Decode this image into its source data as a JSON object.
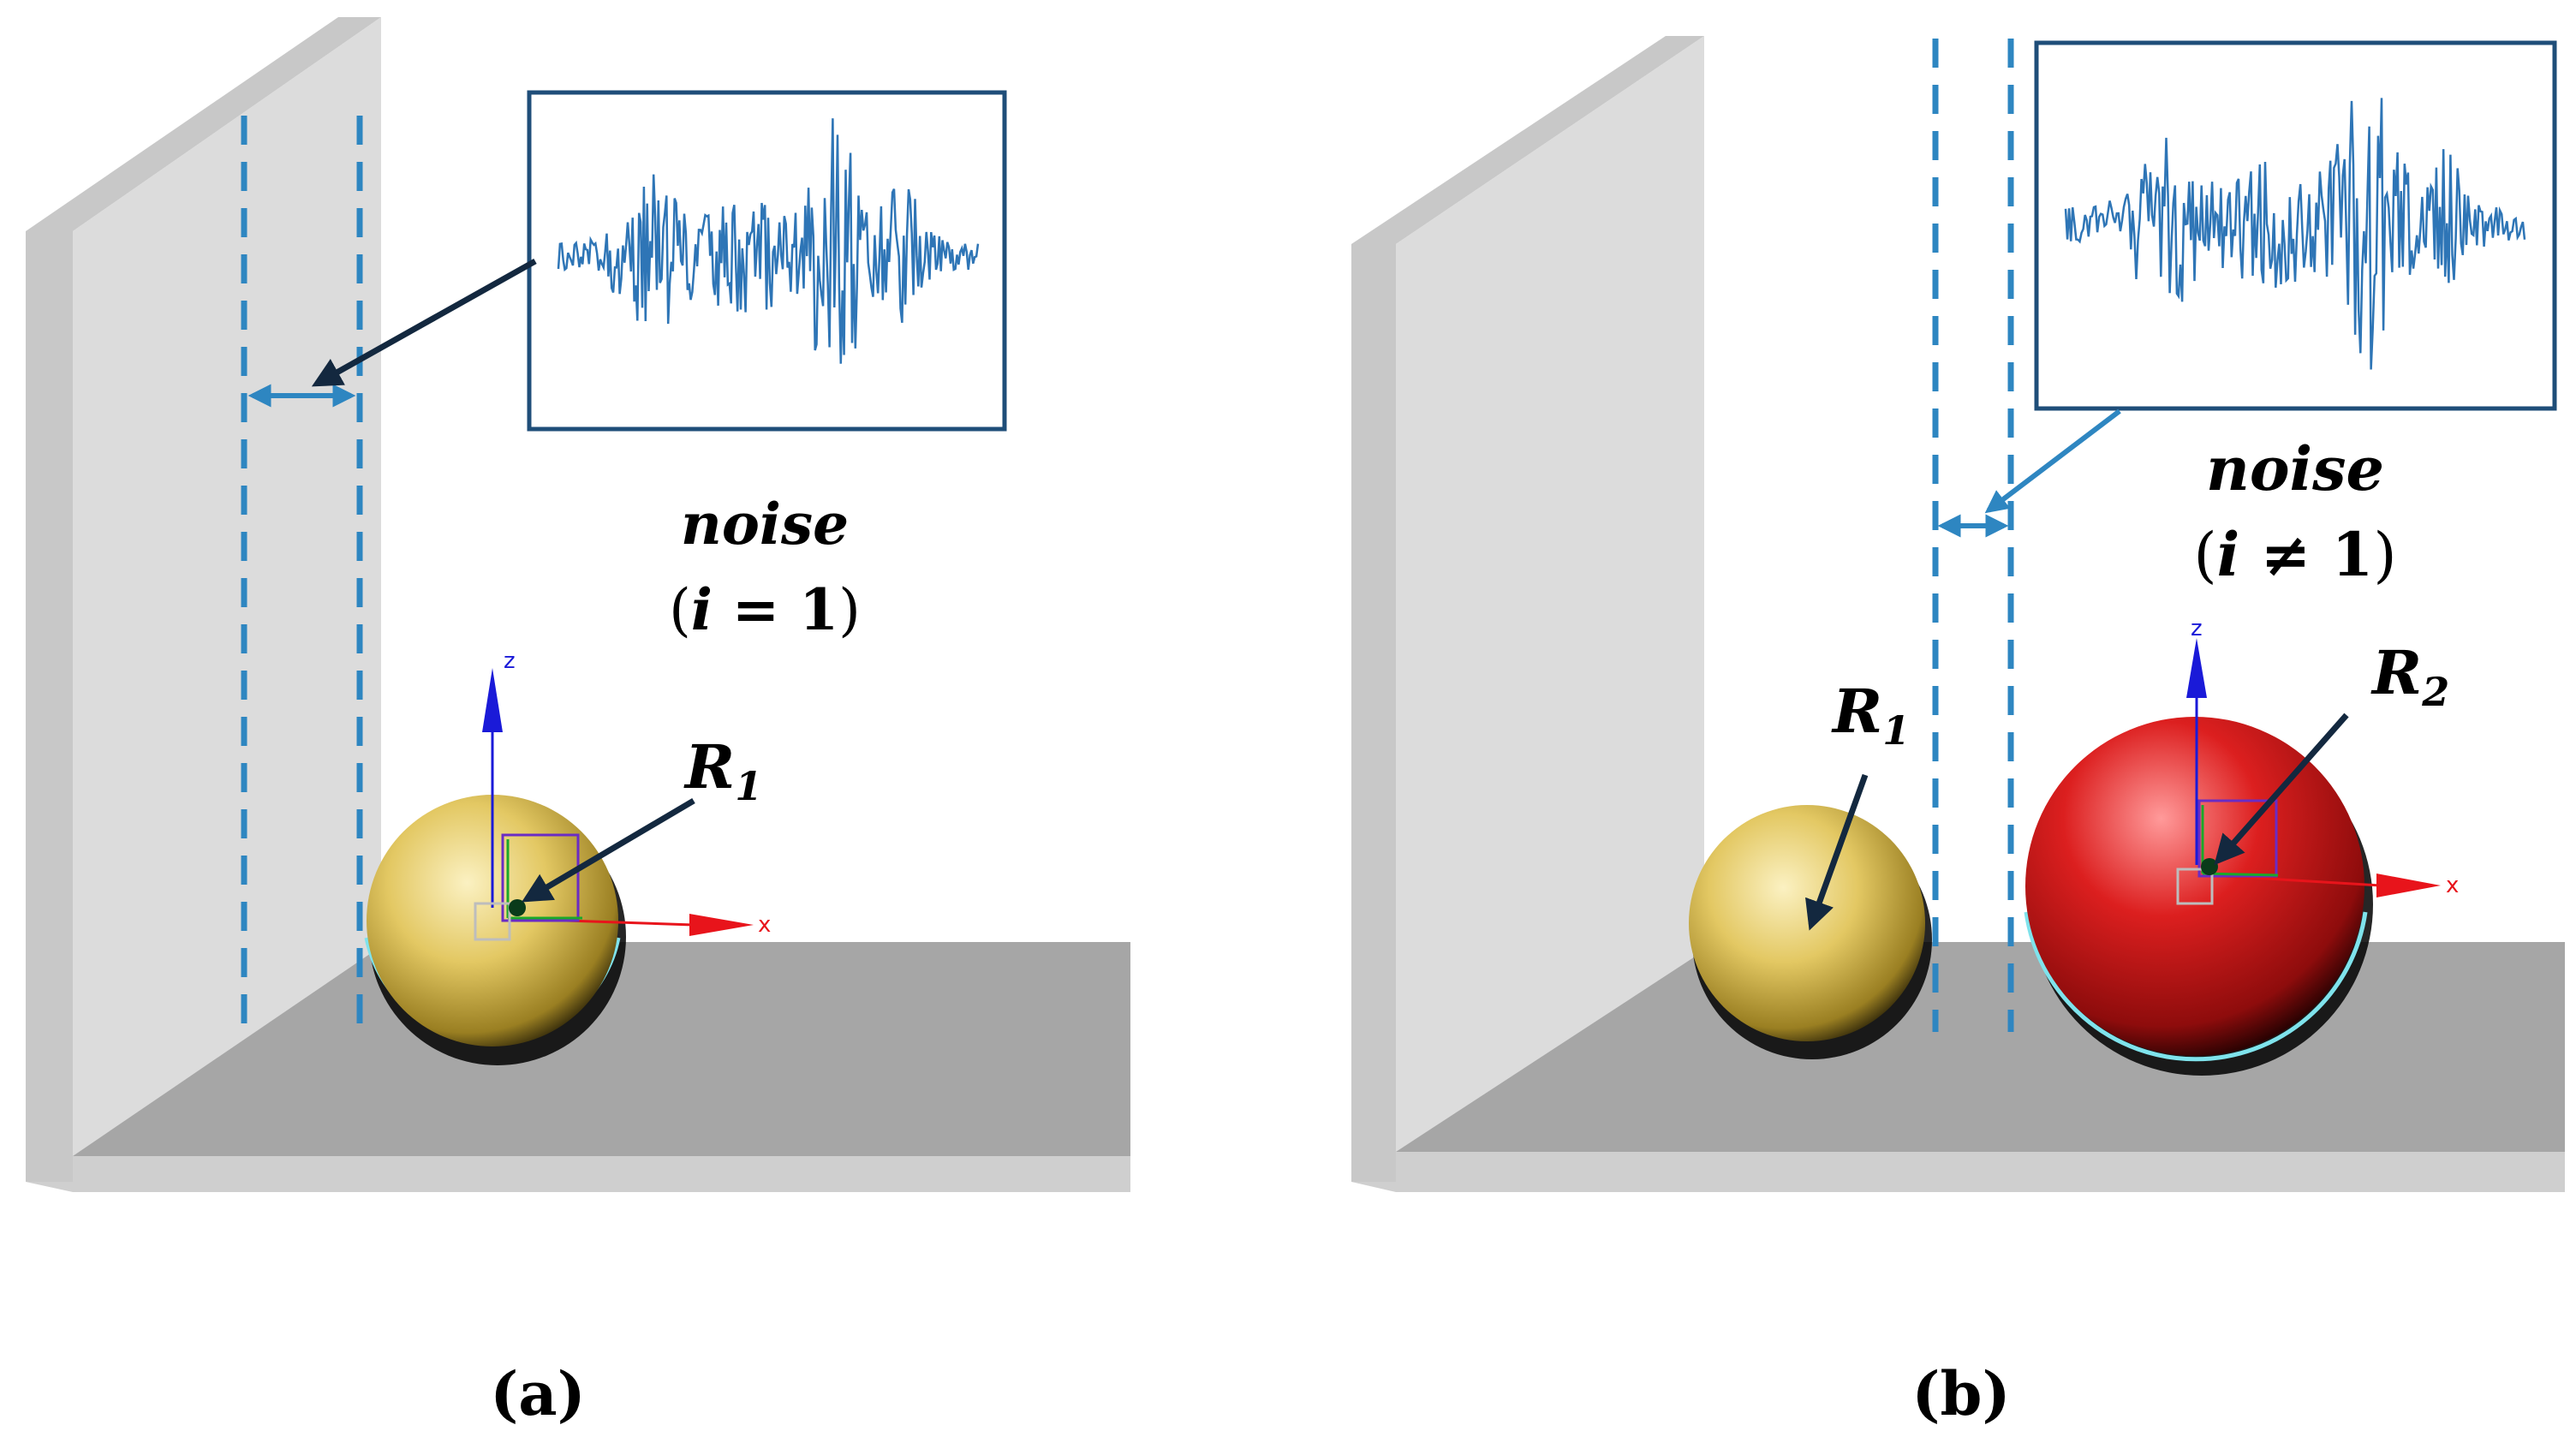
{
  "panels": {
    "a": {
      "caption": "(a)",
      "noise_word": "noise",
      "index_open": "(",
      "index_var": "i",
      "index_rel": " = ",
      "index_num": "1",
      "index_close": ")",
      "radius_symbol": "R",
      "radius_sub": "1"
    },
    "b": {
      "caption": "(b)",
      "noise_word": "noise",
      "index_open": "(",
      "index_var": "i",
      "index_rel": " ≠ ",
      "index_num": "1",
      "index_close": ")",
      "radius1_symbol": "R",
      "radius1_sub": "1",
      "radius2_symbol": "R",
      "radius2_sub": "2"
    }
  },
  "axes": {
    "z_label": "z",
    "x_label": "x"
  },
  "colors": {
    "wall_front": "#dcdcdc",
    "wall_top": "#c8c8c8",
    "floor_top": "#a6a6a6",
    "floor_edge": "#cfcfcf",
    "guide_line": "#2e86c1",
    "noise_box": "#1f4e79",
    "noise_signal": "#2e75b6",
    "pointer": "#13283f",
    "sphere_small": "#e3c863",
    "sphere_large": "#d11a1a",
    "rim": "#7fe3ec",
    "axis_z": "#1a1ad8",
    "axis_x": "#e8141b"
  }
}
